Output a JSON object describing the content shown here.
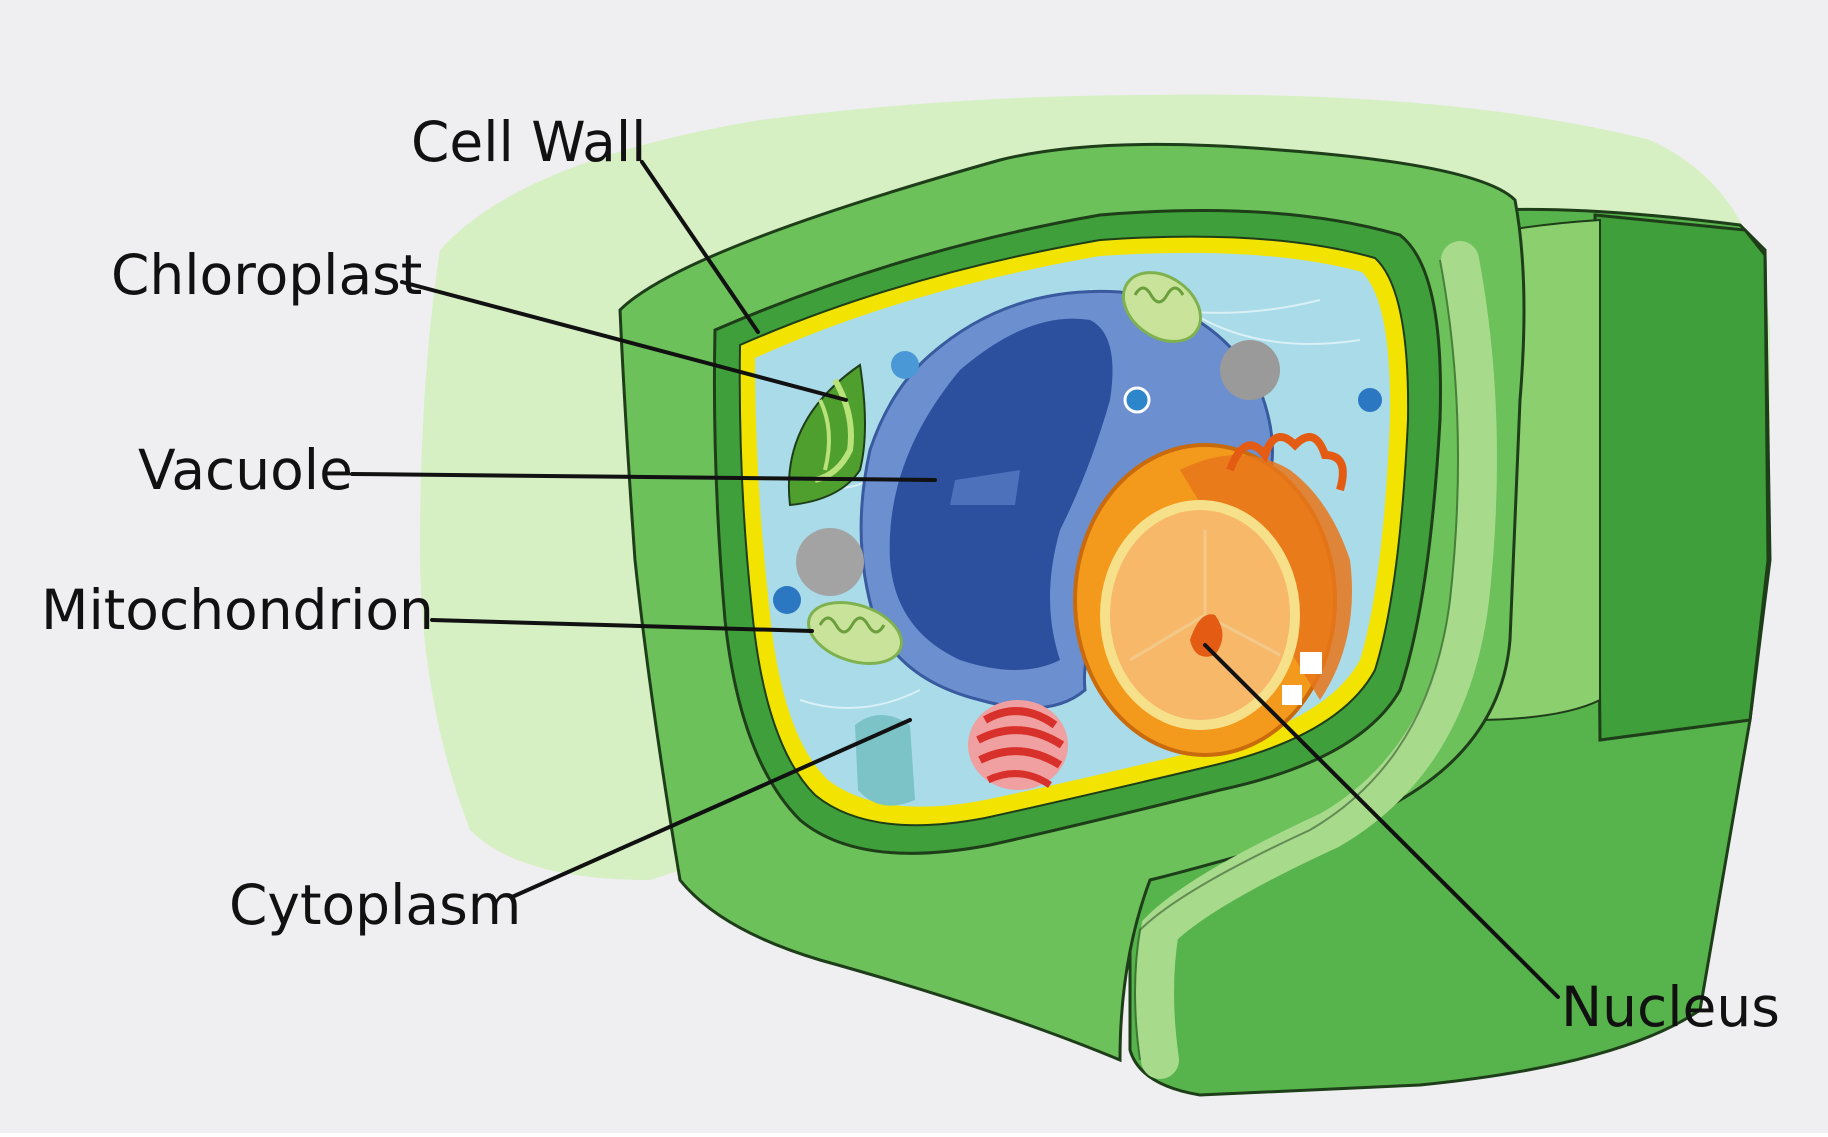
{
  "labels": {
    "cell_wall": "Cell Wall",
    "chloroplast": "Chloroplast",
    "vacuole": "Vacuole",
    "mitochondrion": "Mitochondrion",
    "cytoplasm": "Cytoplasm",
    "nucleus": "Nucleus"
  },
  "colors": {
    "background": "#efeff1",
    "cell_wall_dark": "#3f9f3a",
    "cell_wall": "#6cc15a",
    "cell_wall_light": "#a8da8c",
    "halo": "#d6efc3",
    "membrane": "#f2e400",
    "cytoplasm": "#a9dbe8",
    "vacuole": "#4b72bd",
    "vacuole_dark": "#2c4f9e",
    "chloroplast": "#4f9f2e",
    "mitochondrion": "#c9e39b",
    "nucleus_outer": "#f39a1c",
    "nucleus_inner": "#f7b86a",
    "nucleolus": "#e45c14",
    "golgi": "#e24a3e",
    "leader_line": "#111111"
  }
}
